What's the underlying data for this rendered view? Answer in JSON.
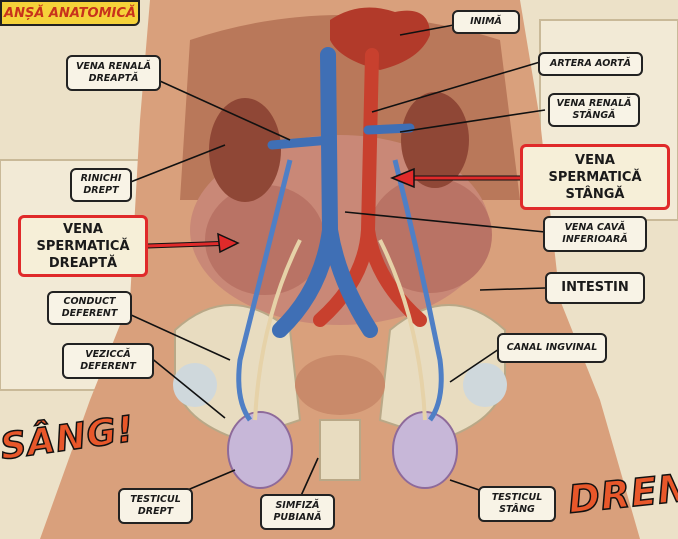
{
  "title": "ANȘĂ ANATOMICĂ",
  "labels": {
    "inima": "INIMĂ",
    "vena_renala_dreapta": "VENA RENALĂ\nDREAPTĂ",
    "artera_aorta": "ARTERA AORTĂ",
    "vena_renala_stanga": "VENA RENALĂ\nSTÂNGĂ",
    "rinichi_drept": "RINICHI\nDREPT",
    "vena_spermatica_stanga": "VENA\nSPERMATICĂ\nSTÂNGĂ",
    "vena_spermatica_dreapta": "VENA\nSPERMATICĂ\nDREAPTĂ",
    "vena_cava_inferioara": "VENA CAVĂ\nINFERIOARĂ",
    "intestin": "INTESTIN",
    "conduct_deferent": "CONDUCT\nDEFERENT",
    "vezicca_deferent": "VEZICCĂ\nDEFERENT",
    "canal_ingvinal": "CANAL INGVINAL",
    "testicul_drept": "TESTICUL\nDREPT",
    "simfiza_pubiana": "SIMFIZĂ\nPUBIANĂ",
    "testicul_stang": "TESTICUL\nSTÂNG"
  },
  "comic_words": {
    "left": "SÂNG!",
    "right": "DRENA"
  },
  "colors": {
    "vein": "#3f6fb5",
    "artery": "#c8402e",
    "highlight_border": "#e02a2a",
    "title_bg": "#f5d23a",
    "comic_text": "#e8572a"
  }
}
